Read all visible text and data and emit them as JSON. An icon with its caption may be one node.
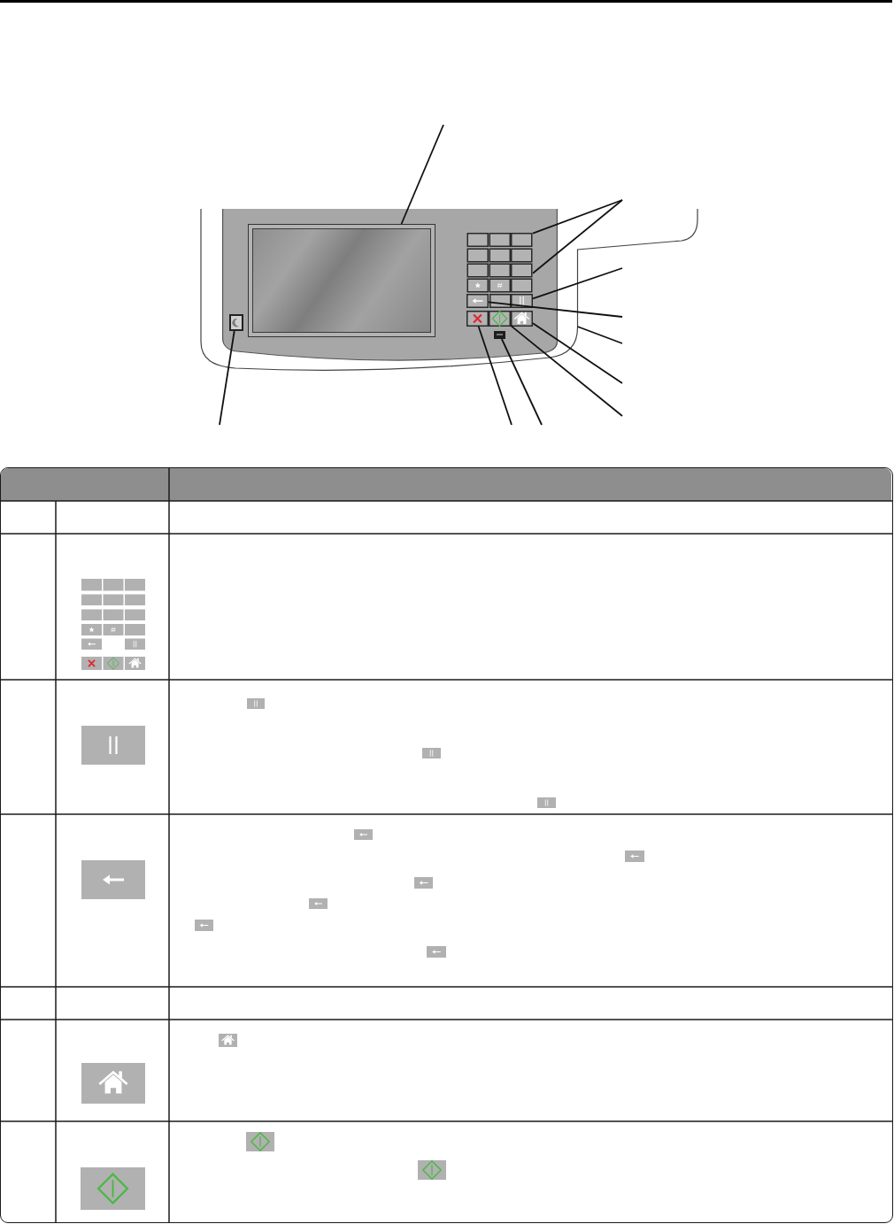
{
  "diagram": {
    "nodes": [
      {
        "text": [],
        "shape": "box"
      },
      {
        "text": [],
        "shape": "box",
        "in": 0
      },
      {
        "text": [],
        "shape": "box",
        "in": 0
      },
      {
        "text": [],
        "shape": "box",
        "in": 0
      },
      {
        "text": [],
        "shape": "box",
        "in": 0
      },
      {
        "text": [],
        "shape": "box",
        "in": 0
      },
      {
        "text": [],
        "shape": "box",
        "in": 0
      },
      {
        "text": [],
        "shape": "box",
        "in": 0
      },
      {
        "text": [],
        "shape": "box",
        "in": 0
      },
      {
        "text": [],
        "shape": "box",
        "in": 0
      }
    ],
    "edges": [
      {
        "from": null,
        "to": 1,
        "arrow": "none"
      },
      {
        "from": null,
        "to": 2,
        "arrow": "none"
      },
      {
        "from": null,
        "to": 2,
        "arrow": "none"
      },
      {
        "from": null,
        "to": 4,
        "arrow": "none"
      },
      {
        "from": null,
        "to": 3,
        "arrow": "none"
      },
      {
        "from": null,
        "to": 0,
        "arrow": "none"
      },
      {
        "from": null,
        "to": 8,
        "arrow": "none"
      },
      {
        "from": null,
        "to": 7,
        "arrow": "none"
      },
      {
        "from": null,
        "to": 9,
        "arrow": "none"
      },
      {
        "from": null,
        "to": 6,
        "arrow": "none"
      },
      {
        "from": null,
        "to": 5,
        "arrow": "none"
      }
    ]
  }
}
